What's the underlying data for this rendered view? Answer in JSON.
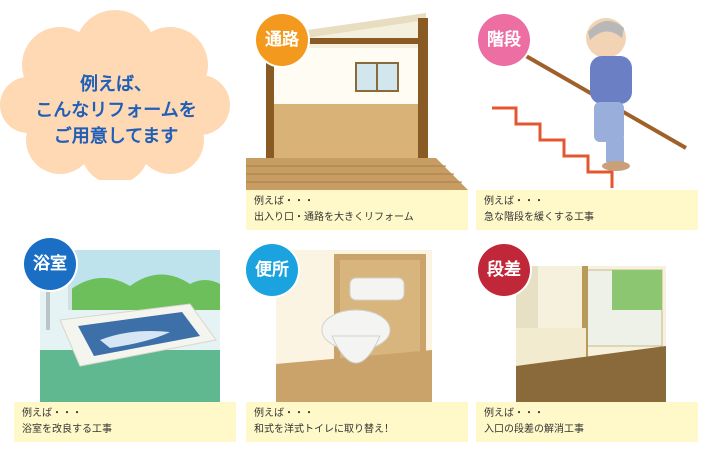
{
  "intro": {
    "line1": "例えば、",
    "line2": "こんなリフォームを",
    "line3": "ご用意してます"
  },
  "cards": [
    {
      "badge": "通路",
      "caption1": "例えば・・・",
      "caption2": "出入り口・通路を大きくリフォーム",
      "color": "#f39a1e"
    },
    {
      "badge": "階段",
      "caption1": "例えば・・・",
      "caption2": "急な階段を緩くする工事",
      "color": "#ec6ea3"
    },
    {
      "badge": "浴室",
      "caption1": "例えば・・・",
      "caption2": "浴室を改良する工事",
      "color": "#1a6fc4"
    },
    {
      "badge": "便所",
      "caption1": "例えば・・・",
      "caption2": "和式を洋式トイレに取り替え！",
      "color": "#1ba3e0"
    },
    {
      "badge": "段差",
      "caption1": "例えば・・・",
      "caption2": "入口の段差の解消工事",
      "color": "#c0283a"
    }
  ]
}
